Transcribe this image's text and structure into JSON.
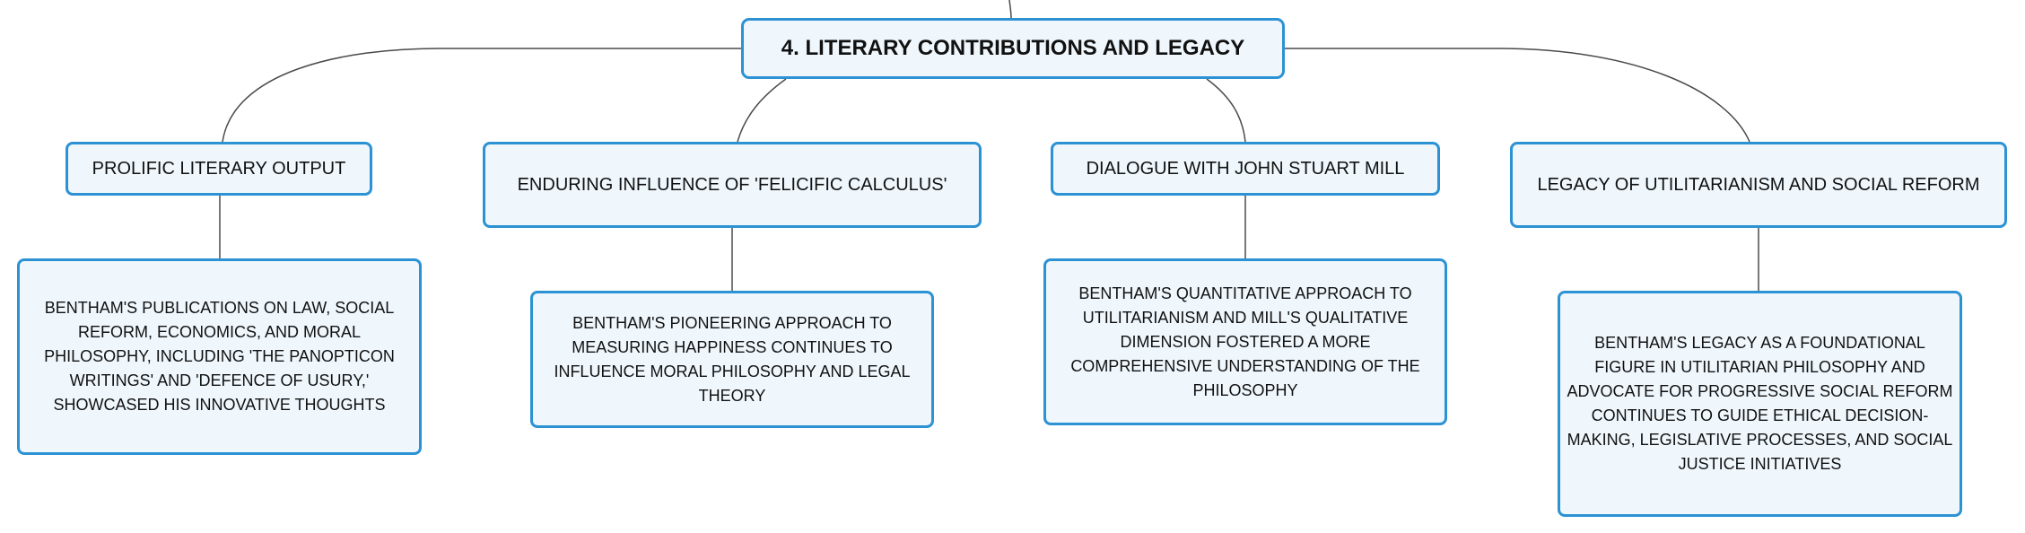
{
  "colors": {
    "node_border": "#2c92d4",
    "node_fill": "#eff7fd",
    "connector": "#4a4a4a",
    "text": "#111111"
  },
  "root": {
    "label": "4. LITERARY CONTRIBUTIONS AND LEGACY"
  },
  "branches": [
    {
      "label": "PROLIFIC LITERARY OUTPUT",
      "detail": "BENTHAM'S PUBLICATIONS ON LAW, SOCIAL REFORM, ECONOMICS, AND MORAL PHILOSOPHY, INCLUDING 'THE PANOPTICON WRITINGS' AND 'DEFENCE OF USURY,' SHOWCASED HIS INNOVATIVE THOUGHTS"
    },
    {
      "label": "ENDURING INFLUENCE OF 'FELICIFIC CALCULUS'",
      "detail": "BENTHAM'S PIONEERING APPROACH TO MEASURING HAPPINESS CONTINUES TO INFLUENCE MORAL PHILOSOPHY AND LEGAL THEORY"
    },
    {
      "label": "DIALOGUE WITH JOHN STUART MILL",
      "detail": "BENTHAM'S QUANTITATIVE APPROACH TO UTILITARIANISM AND MILL'S QUALITATIVE DIMENSION FOSTERED A MORE COMPREHENSIVE UNDERSTANDING OF THE PHILOSOPHY"
    },
    {
      "label": "LEGACY OF UTILITARIANISM AND SOCIAL REFORM",
      "detail": "BENTHAM'S LEGACY AS A FOUNDATIONAL FIGURE IN UTILITARIAN PHILOSOPHY AND ADVOCATE FOR PROGRESSIVE SOCIAL REFORM CONTINUES TO GUIDE ETHICAL DECISION-MAKING, LEGISLATIVE PROCESSES, AND SOCIAL JUSTICE INITIATIVES"
    }
  ]
}
